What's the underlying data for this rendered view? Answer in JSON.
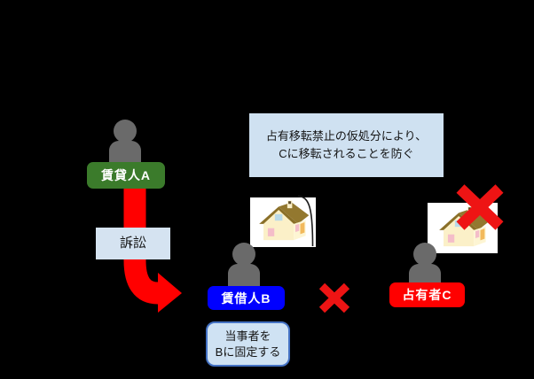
{
  "colors": {
    "background": "#000000",
    "lessor_label": "#3b7b2b",
    "lessee_label": "#0000ff",
    "possessor_label": "#ff0000",
    "arrow_red": "#ff0000",
    "cross_red": "#ee1414",
    "note_fill": "#cfe1f1",
    "fix_box_fill": "#cfe2f3",
    "fix_box_border": "#4472c4",
    "person_gray": "#6a6a6a"
  },
  "actors": {
    "lessor": {
      "label": "賃貸人A",
      "icon": "person-icon"
    },
    "lessee": {
      "label": "賃借人B",
      "icon": "person-icon"
    },
    "possessor": {
      "label": "占有者C",
      "icon": "person-icon"
    }
  },
  "lawsuit_box": {
    "text": "訴訟"
  },
  "injunction_note": {
    "line1": "占有移転禁止の仮処分により、",
    "line2": "Cに移転されることを防ぐ"
  },
  "fixation_note": {
    "line1": "当事者を",
    "line2": "Bに固定する"
  },
  "icons": {
    "arrow": "curved-red-arrow",
    "cross_between_b_and_c": "x-mark-icon",
    "cross_on_house_c": "x-mark-icon",
    "house_b": "house-icon",
    "house_c": "house-icon"
  }
}
